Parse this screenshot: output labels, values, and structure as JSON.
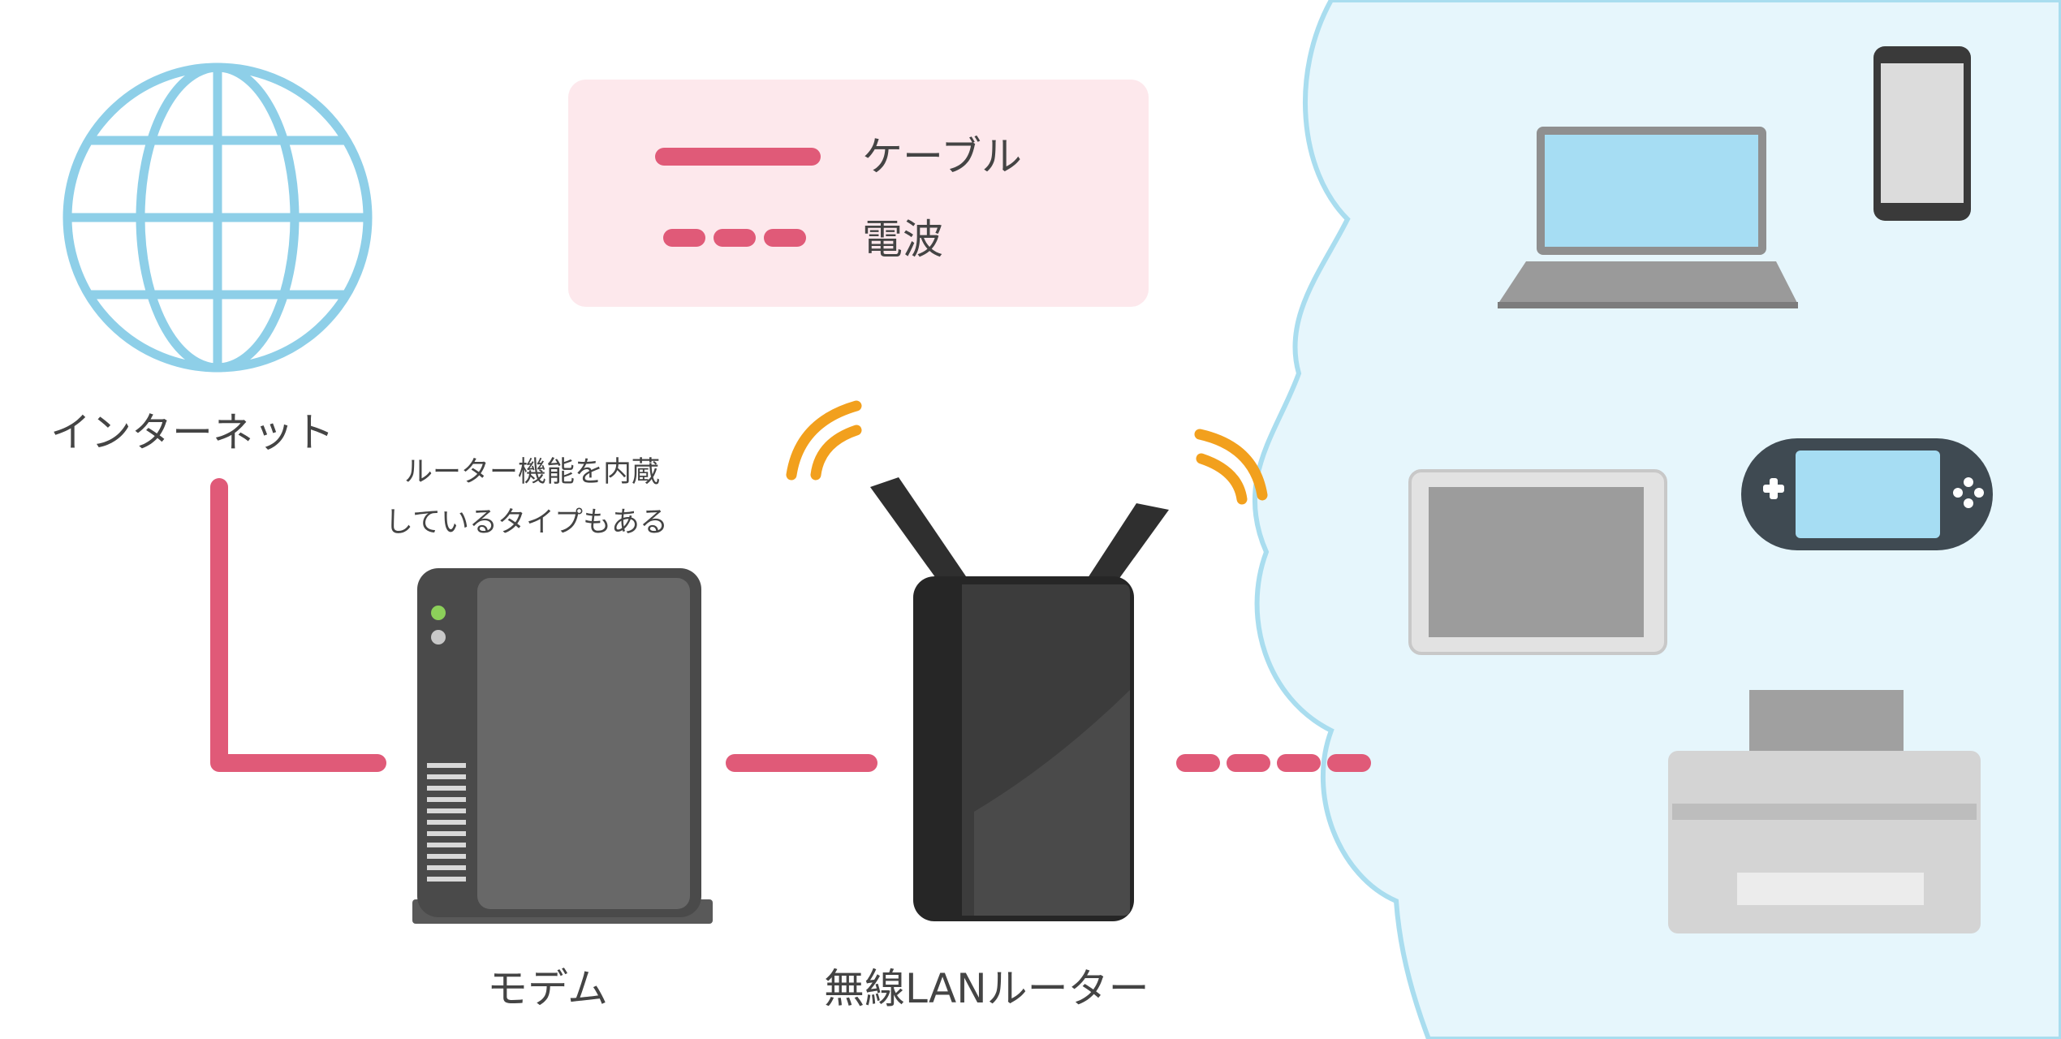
{
  "legend": {
    "cable_label": "ケーブル",
    "wave_label": "電波"
  },
  "nodes": {
    "internet_label": "インターネット",
    "modem_label": "モデム",
    "router_label": "無線LANルーター",
    "note_line1": "ルーター機能を内蔵",
    "note_line2": "しているタイプもある"
  },
  "colors": {
    "cable": "#E05A78",
    "legend_bg": "#FDE8EC",
    "globe": "#8ECFE8",
    "cloud_fill": "#E6F6FC",
    "cloud_stroke": "#A9DDEF",
    "signal": "#F2A01D"
  },
  "icons": {
    "internet": "globe-icon",
    "modem": "modem-icon",
    "router": "wireless-router-icon",
    "devices": [
      "laptop-icon",
      "smartphone-icon",
      "tablet-icon",
      "game-console-icon",
      "printer-icon"
    ]
  }
}
